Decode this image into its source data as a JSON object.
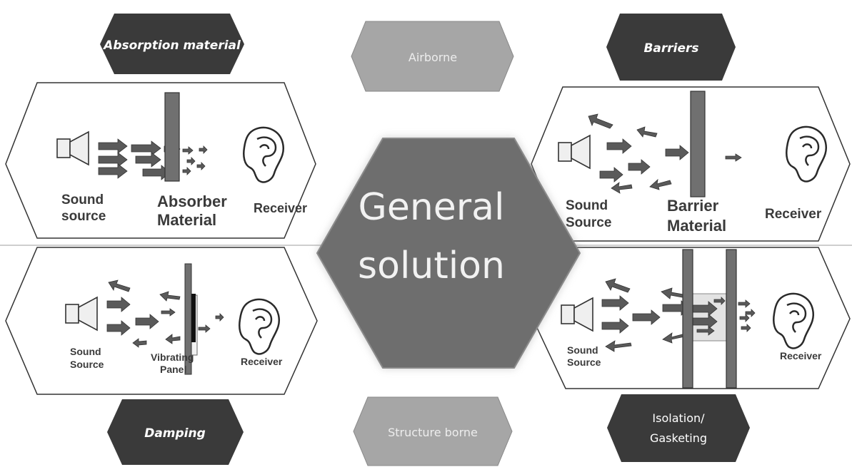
{
  "center": {
    "line1": "General",
    "line2": "solution"
  },
  "tags": {
    "absorption": "Absorption material",
    "airborne": "Airborne",
    "barriers": "Barriers",
    "damping": "Damping",
    "structure": "Structure borne",
    "isolation_line1": "Isolation/",
    "isolation_line2": "Gasketing"
  },
  "panels": {
    "absorption": {
      "source_line1": "Sound",
      "source_line2": "source",
      "material_line1": "Absorber",
      "material_line2": "Material",
      "receiver": "Receiver"
    },
    "barrier": {
      "source_line1": "Sound",
      "source_line2": "Source",
      "material_line1": "Barrier",
      "material_line2": "Material",
      "receiver": "Receiver"
    },
    "damping": {
      "source_line1": "Sound",
      "source_line2": "Source",
      "material_line1": "Vibrating",
      "material_line2": "Panel",
      "receiver": "Receiver"
    },
    "isolation": {
      "source_line1": "Sound",
      "source_line2": "Source",
      "receiver": "Receiver"
    }
  },
  "colors": {
    "dark_tag": "#3a3a3a",
    "light_tag": "#a6a6a6",
    "center_fill": "#6e6e6e",
    "panel_bar": "#707070",
    "arrow": "#5a5a5a"
  }
}
